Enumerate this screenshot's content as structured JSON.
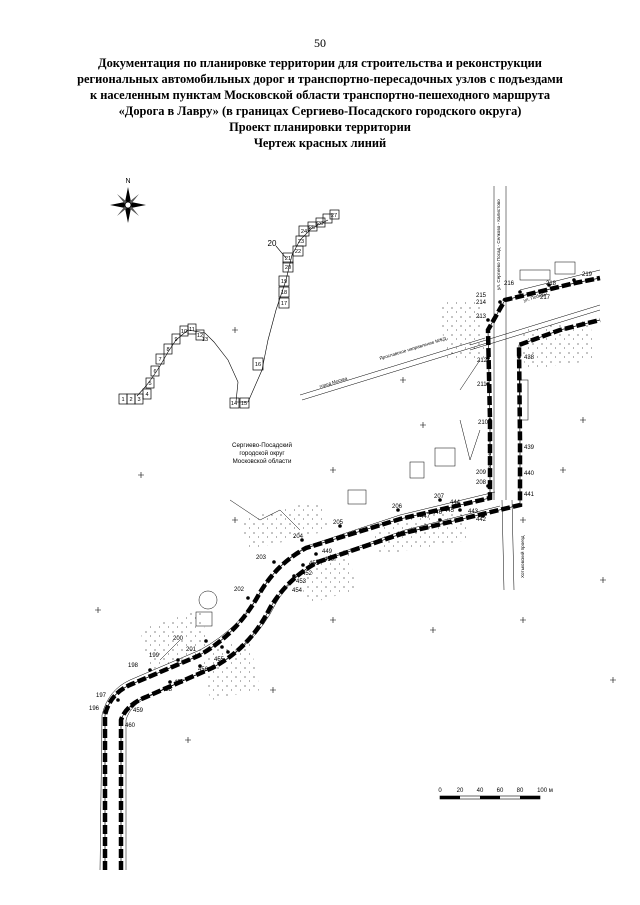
{
  "page_number": "50",
  "title_lines": [
    "Документация по планировке территории для строительства и реконструкции",
    "региональных автомобильных дорог и транспортно-пересадочных узлов с подъездами",
    "к населенным пунктам Московской области транспортно-пешеходного маршрута",
    "«Дорога в Лавру» (в границах Сергиево-Посадского городского округа)",
    "Проект планировки территории",
    "Чертеж красных линий"
  ],
  "compass_label": "N",
  "overview_label": "20",
  "overview_sheets": [
    "1",
    "2",
    "3",
    "4",
    "5",
    "6",
    "7",
    "8",
    "9",
    "10",
    "11",
    "12",
    "13",
    "14",
    "15",
    "16",
    "17",
    "18",
    "19",
    "20",
    "21",
    "22",
    "23",
    "24",
    "25",
    "26",
    "27"
  ],
  "district_label_lines": [
    "Сергиево-Посадский",
    "городской округ",
    "Московской области"
  ],
  "road_labels": {
    "railway": "Ярославское направление МЖД",
    "moscow_dir": "город Москва",
    "road_sp": "ул. Сергиево Посад - Селково - Калистово",
    "road_ne": "ул. Победы",
    "street_short": "Хотьковский пр-д",
    "road_south": "Хотьковский проезд"
  },
  "point_labels": {
    "p196": "196",
    "p197": "197",
    "p198": "198",
    "p199": "199",
    "p200": "200",
    "p201": "201",
    "p202": "202",
    "p203": "203",
    "p204": "204",
    "p205": "205",
    "p206": "206",
    "p207": "207",
    "p208": "208",
    "p209": "209",
    "p210": "210",
    "p211": "211",
    "p212": "212",
    "p213": "213",
    "p214": "214",
    "p215": "215",
    "p216": "216",
    "p217": "217",
    "p218": "218",
    "p219": "219",
    "p438": "438",
    "p439": "439",
    "p440": "440",
    "p441": "441",
    "p442": "442",
    "p443": "443",
    "p444": "444",
    "p445": "445",
    "p446": "446",
    "p447": "447",
    "p448": "448",
    "p449": "449",
    "p450": "450",
    "p451": "451",
    "p452": "452",
    "p453": "453",
    "p454": "454",
    "p455": "455",
    "p456": "456",
    "p457": "457",
    "p458": "458",
    "p459": "459",
    "p460": "460"
  },
  "scale_bar": {
    "ticks": [
      "0",
      "20",
      "40",
      "60",
      "80",
      "100 м"
    ]
  }
}
